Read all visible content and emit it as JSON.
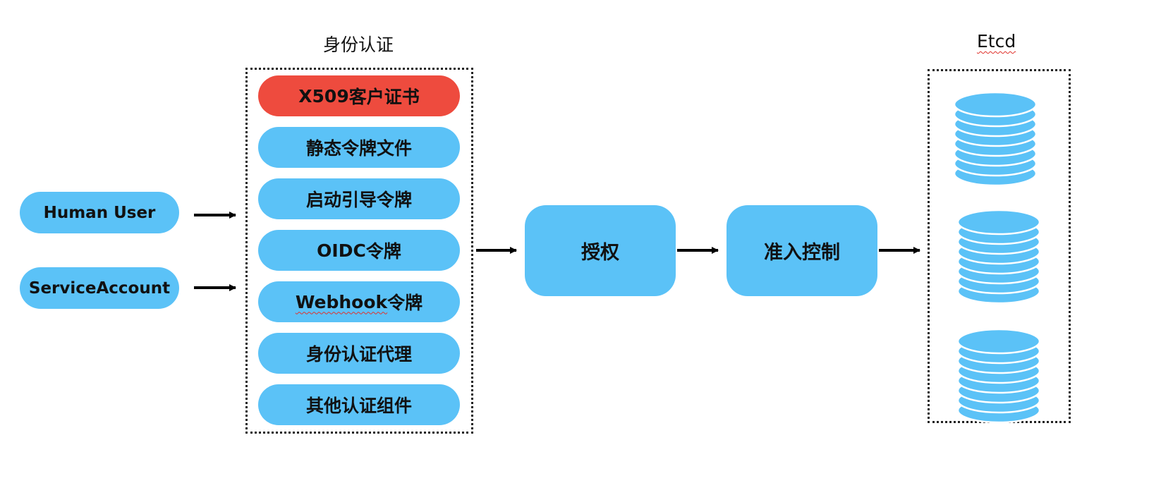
{
  "colors": {
    "node_fill": "#5bc2f7",
    "highlight_fill": "#ee4b3e",
    "arrow": "#000000",
    "frame": "#222222",
    "db_fill": "#5bc2f7",
    "db_stroke": "#ffffff"
  },
  "clients": [
    {
      "label": "Human User"
    },
    {
      "label": "ServiceAccount"
    }
  ],
  "authn": {
    "title": "身份认证",
    "methods": [
      {
        "prefix": "X509",
        "rest": "客户证书",
        "highlight": true
      },
      {
        "prefix": "",
        "rest": "静态令牌文件",
        "highlight": false
      },
      {
        "prefix": "",
        "rest": "启动引导令牌",
        "highlight": false
      },
      {
        "prefix": "OIDC",
        "rest": "令牌",
        "highlight": false
      },
      {
        "prefix": "Webhook",
        "rest": "令牌",
        "highlight": false,
        "squiggle": true
      },
      {
        "prefix": "",
        "rest": "身份认证代理",
        "highlight": false
      },
      {
        "prefix": "",
        "rest": "其他认证组件",
        "highlight": false
      }
    ]
  },
  "authz": {
    "label": "授权"
  },
  "admission": {
    "label": "准入控制"
  },
  "etcd": {
    "title": "Etcd",
    "db_icons": [
      "database-icon",
      "database-icon",
      "database-icon"
    ]
  }
}
